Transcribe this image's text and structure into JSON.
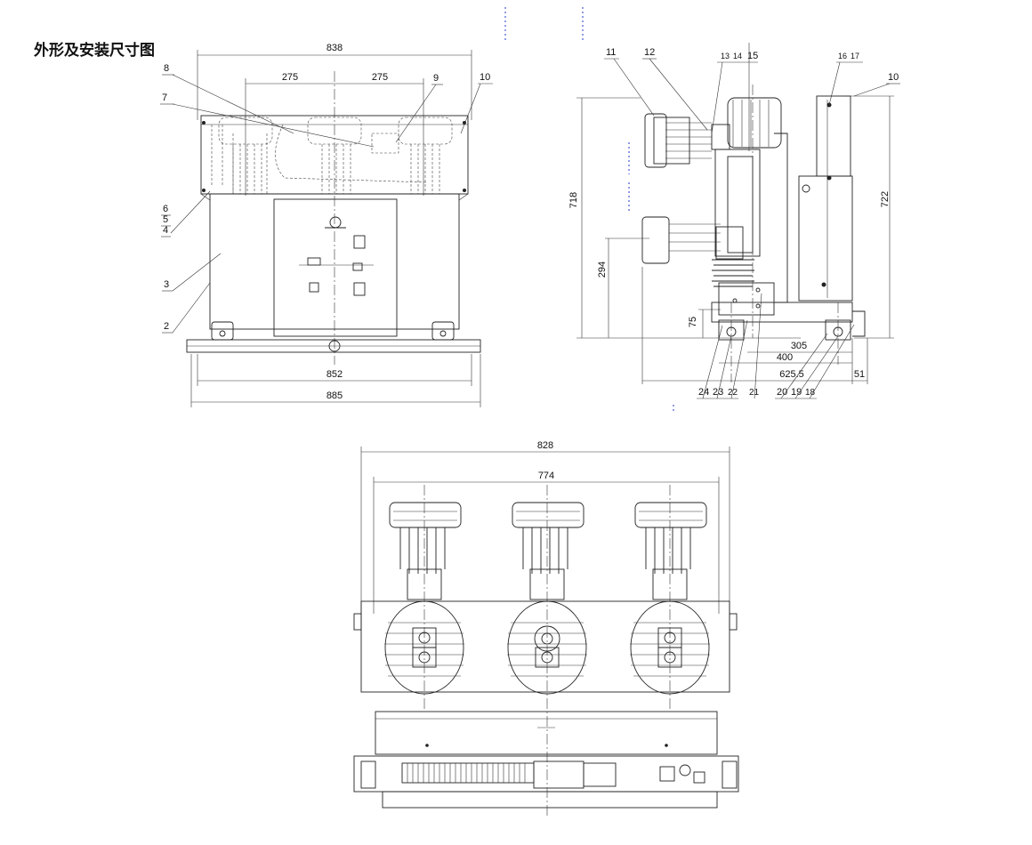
{
  "title": "外形及安装尺寸图",
  "front_view": {
    "dims": {
      "w838": "838",
      "w275a": "275",
      "w275b": "275",
      "w852": "852",
      "w885": "885"
    },
    "labels": {
      "l8": "8",
      "l7": "7",
      "l9": "9",
      "l10": "10",
      "l6": "6",
      "l5": "5",
      "l4": "4",
      "l3": "3",
      "l2": "2"
    }
  },
  "side_view": {
    "dims": {
      "h718": "718",
      "h722": "722",
      "h294": "294",
      "h75": "75",
      "w305": "305",
      "w400": "400",
      "w6255": "625.5",
      "w51": "51"
    },
    "labels": {
      "l11": "11",
      "l12": "12",
      "l13": "13",
      "l14": "14",
      "l15": "15",
      "l16": "16",
      "l17": "17",
      "l10": "10",
      "l24": "24",
      "l23": "23",
      "l22": "22",
      "l21": "21",
      "l20": "20",
      "l19": "19",
      "l18": "18"
    }
  },
  "top_view": {
    "dims": {
      "w828": "828",
      "w774": "774"
    }
  }
}
